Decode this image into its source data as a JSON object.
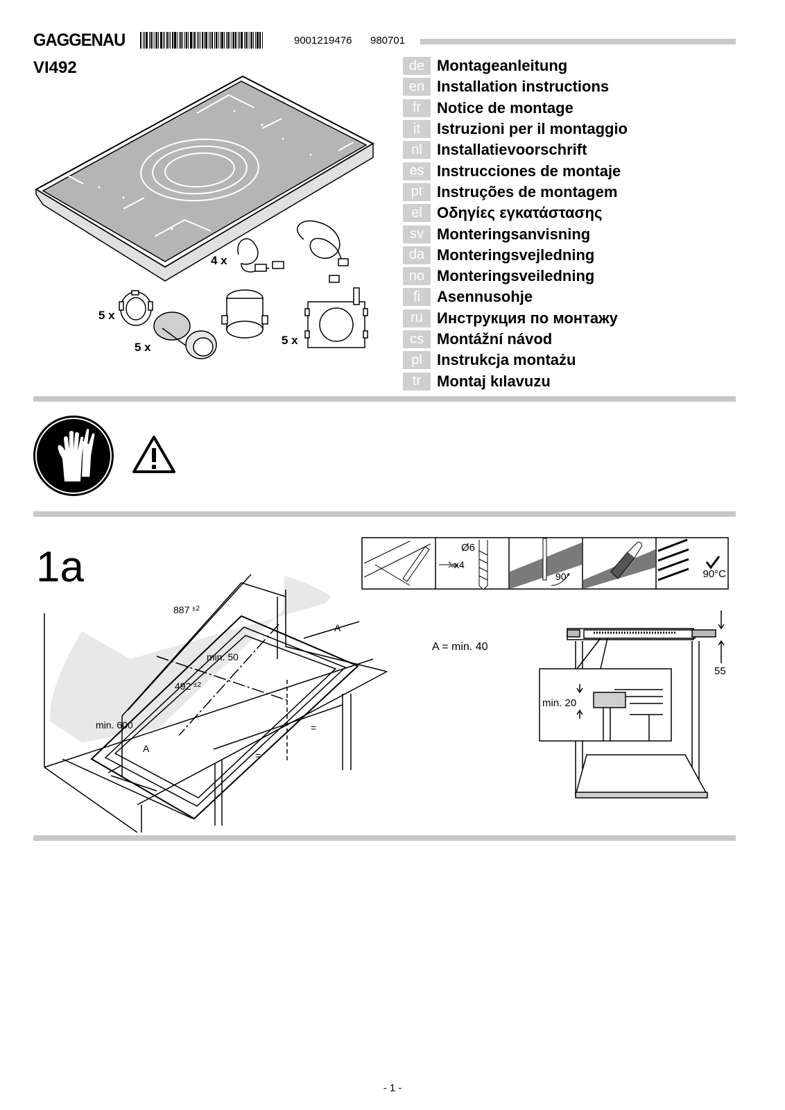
{
  "header": {
    "brand": "GAGGENAU",
    "code_1": "9001219476",
    "code_2": "980701",
    "model": "VI492"
  },
  "languages": [
    {
      "code": "de",
      "title": "Montageanleitung"
    },
    {
      "code": "en",
      "title": "Installation instructions"
    },
    {
      "code": "fr",
      "title": "Notice de montage"
    },
    {
      "code": "it",
      "title": "Istruzioni per il montaggio"
    },
    {
      "code": "nl",
      "title": "Installatievoorschrift"
    },
    {
      "code": "es",
      "title": "Instrucciones de montaje"
    },
    {
      "code": "pt",
      "title": "Instruções de montagem"
    },
    {
      "code": "el",
      "title": "Οδηγίες εγκατάστασης"
    },
    {
      "code": "sv",
      "title": "Monteringsanvisning"
    },
    {
      "code": "da",
      "title": "Monteringsvejledning"
    },
    {
      "code": "no",
      "title": "Monteringsveiledning"
    },
    {
      "code": "fi",
      "title": "Asennusohje"
    },
    {
      "code": "ru",
      "title": "Инструкция по монтажу"
    },
    {
      "code": "cs",
      "title": "Montážní návod"
    },
    {
      "code": "pl",
      "title": "Instrukcja montażu"
    },
    {
      "code": "tr",
      "title": "Montaj kılavuzu"
    }
  ],
  "parts": {
    "cables_qty": "4 x",
    "nuts_qty": "5 x",
    "knobs_qty": "5 x",
    "plates_qty": "5 x"
  },
  "step": {
    "number": "1a",
    "dim_width": "887",
    "dim_width_tol": "±2",
    "dim_depth": "492",
    "dim_depth_tol": "±2",
    "min_50": "min. 50",
    "min_600": "min. 600",
    "label_a": "A",
    "label_eq": "=",
    "a_min": "A = min. 40",
    "drill": "Ø6",
    "drill_count": "x4",
    "angle": "90°",
    "temp": "90°C",
    "min_20": "min. 20",
    "dim_55": "55"
  },
  "icons": {
    "gloves": "gloves-icon",
    "warning": "warning-triangle-icon",
    "check": "checkmark-icon"
  },
  "footer": {
    "page": "- 1 -"
  }
}
